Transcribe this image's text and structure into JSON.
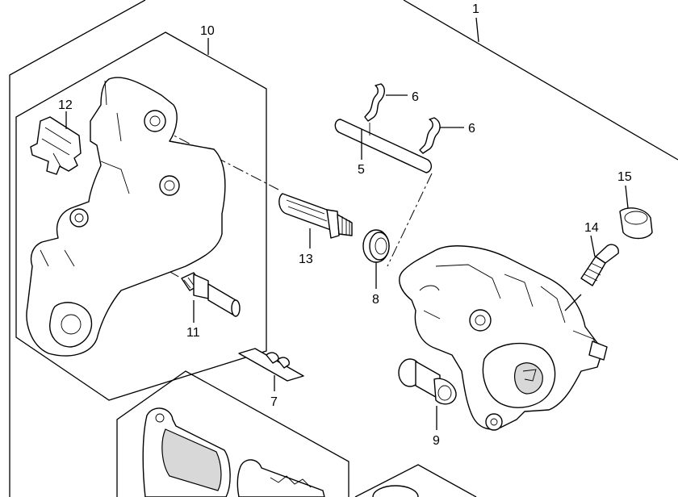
{
  "callouts": {
    "c1": "1",
    "c5": "5",
    "c6a": "6",
    "c6b": "6",
    "c7": "7",
    "c8": "8",
    "c9": "9",
    "c10": "10",
    "c11": "11",
    "c12": "12",
    "c13": "13",
    "c14": "14",
    "c15": "15"
  }
}
